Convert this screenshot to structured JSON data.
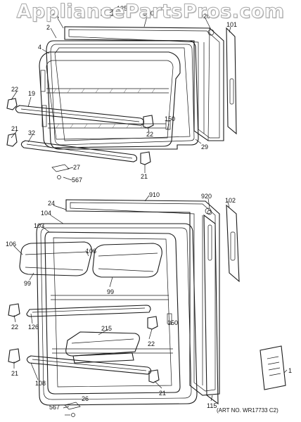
{
  "watermark": "AppliancePartsPros.com",
  "callouts": {
    "top": {
      "n125": "125",
      "n910": "910",
      "n920": "920",
      "n101": "101",
      "n24": "24",
      "n2": "2",
      "n4": "4",
      "n22a": "22",
      "n19": "19",
      "n21a": "21",
      "n32": "32",
      "n150": "150",
      "n22b": "22",
      "n29": "29",
      "n27": "27",
      "n567": "567",
      "n21b": "21"
    },
    "bottom": {
      "n910": "910",
      "n920": "920",
      "n102": "102",
      "n24": "24",
      "n104": "104",
      "n103": "103",
      "n106a": "106",
      "n106b": "106",
      "n99a": "99",
      "n99b": "99",
      "n22a": "22",
      "n126": "126",
      "n215": "215",
      "n150": "150",
      "n22b": "22",
      "n21a": "21",
      "n108": "108",
      "n21b": "21",
      "n1": "1",
      "n567": "567",
      "n26": "26",
      "n115": "115"
    }
  },
  "art_number": "(ART NO. WR17733 C2)"
}
